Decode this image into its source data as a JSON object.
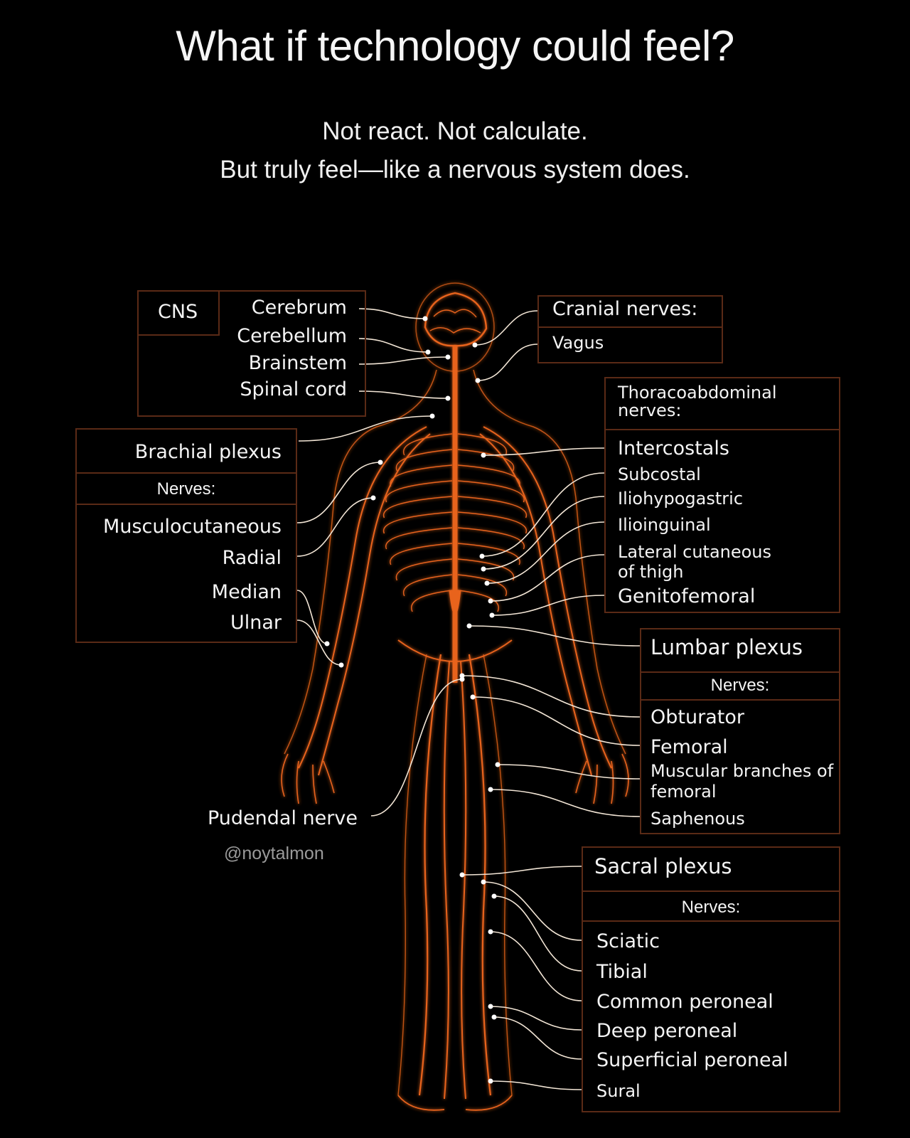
{
  "title": "What if technology could feel?",
  "subtitle": {
    "line1": "Not react. Not calculate.",
    "line2": "But truly feel—like a nervous system does."
  },
  "cns": {
    "tag": "CNS",
    "items": [
      "Cerebrum",
      "Cerebellum",
      "Brainstem",
      "Spinal cord"
    ]
  },
  "cranial": {
    "heading": "Cranial nerves:",
    "items": [
      "Vagus"
    ]
  },
  "thoraco": {
    "heading": "Thoracoabdominal nerves:",
    "items": [
      "Intercostals",
      "Subcostal",
      "Iliohypogastric",
      "Ilioinguinal",
      "Lateral cutaneous of thigh",
      "Genitofemoral"
    ]
  },
  "brachial": {
    "heading": "Brachial plexus",
    "sub": "Nerves:",
    "items": [
      "Musculocutaneous",
      "Radial",
      "Median",
      "Ulnar"
    ]
  },
  "lumbar": {
    "heading": "Lumbar plexus",
    "sub": "Nerves:",
    "items": [
      "Obturator",
      "Femoral",
      "Muscular branches of femoral",
      "Saphenous"
    ]
  },
  "sacral": {
    "heading": "Sacral plexus",
    "sub": "Nerves:",
    "items": [
      "Sciatic",
      "Tibial",
      "Common peroneal",
      "Deep peroneal",
      "Superficial peroneal",
      "Sural"
    ]
  },
  "pudendal": "Pudendal nerve",
  "handle": "@noytalmon",
  "colors": {
    "background": "#000000",
    "nerve": "#e8641c",
    "leader": "#f3e6d6",
    "box_border": "#5a2a16"
  }
}
